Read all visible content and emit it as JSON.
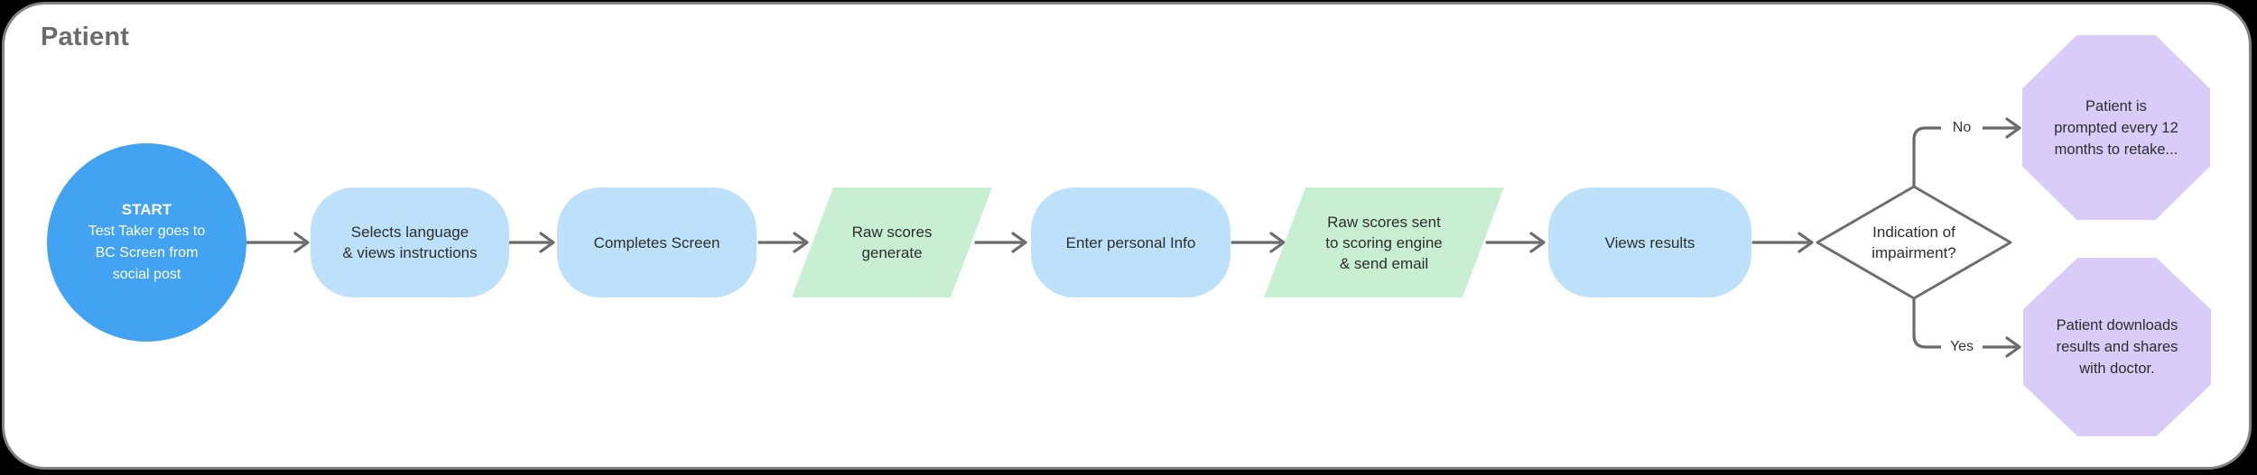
{
  "lane": {
    "title": "Patient"
  },
  "colors": {
    "start": "#41a3f1",
    "step": "#bee1fb",
    "data": "#c9efd3",
    "outcome": "#d9ccf8",
    "connector": "#6a6a6a",
    "panel_border": "#828282",
    "title_text": "#6b6b6b",
    "node_text": "#2d2d2d"
  },
  "flow": {
    "start": {
      "label": "START",
      "text": "Test Taker goes to\nBC Screen from\nsocial post"
    },
    "steps": [
      {
        "id": "selects-language",
        "type": "process",
        "text": "Selects language\n& views instructions"
      },
      {
        "id": "completes-screen",
        "type": "process",
        "text": "Completes Screen"
      },
      {
        "id": "raw-scores-generate",
        "type": "data",
        "text": "Raw scores\ngenerate"
      },
      {
        "id": "enter-personal-info",
        "type": "process",
        "text": "Enter personal Info"
      },
      {
        "id": "raw-scores-sent",
        "type": "data",
        "text": "Raw scores sent\nto scoring engine\n& send email"
      },
      {
        "id": "views-results",
        "type": "process",
        "text": "Views results"
      }
    ],
    "decision": {
      "text": "Indication of\nimpairment?"
    },
    "branches": {
      "no": {
        "label": "No",
        "outcome": "Patient is\nprompted every 12\nmonths to retake..."
      },
      "yes": {
        "label": "Yes",
        "outcome": "Patient downloads\nresults and shares\nwith doctor."
      }
    }
  }
}
